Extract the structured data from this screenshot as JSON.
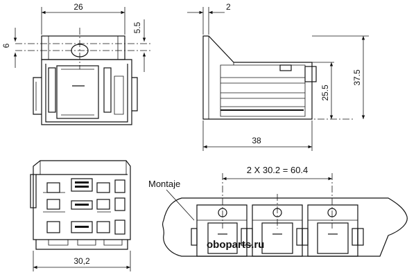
{
  "front_view": {
    "width": "26",
    "height": "6",
    "offset": "5.5"
  },
  "side_view": {
    "top_step": "2",
    "width": "38",
    "inner_height": "25.5",
    "total_height": "37.5"
  },
  "bottom_view": {
    "width": "30,2"
  },
  "mount_view": {
    "label": "Montaje",
    "spacing": "2 X 30.2 = 60.4"
  },
  "watermark": "oboparts.ru"
}
